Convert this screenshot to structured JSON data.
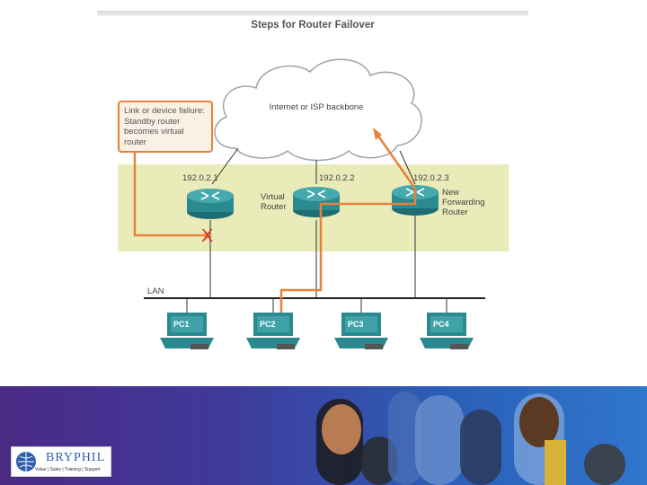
{
  "title": "Steps for Router Failover",
  "cloud_label": "Internet or ISP backbone",
  "callout_text": "Link or device failure: Standby router becomes virtual router",
  "routers": [
    {
      "ip": "192.0.2.1",
      "label": ""
    },
    {
      "ip": "192.0.2.2",
      "label": "Virtual Router"
    },
    {
      "ip": "192.0.2.3",
      "label": "New Forwarding Router"
    }
  ],
  "failure_mark": "X",
  "lan_label": "LAN",
  "pcs": [
    "PC1",
    "PC2",
    "PC3",
    "PC4"
  ],
  "logo": {
    "name": "BRYPHIL",
    "tagline": "Value | Sales | Training | Support"
  },
  "colors": {
    "highlight_zone": "#e9ebb8",
    "router_teal": "#2a8a90",
    "orange_path": "#e8823a",
    "failure_red": "#d9342b"
  }
}
